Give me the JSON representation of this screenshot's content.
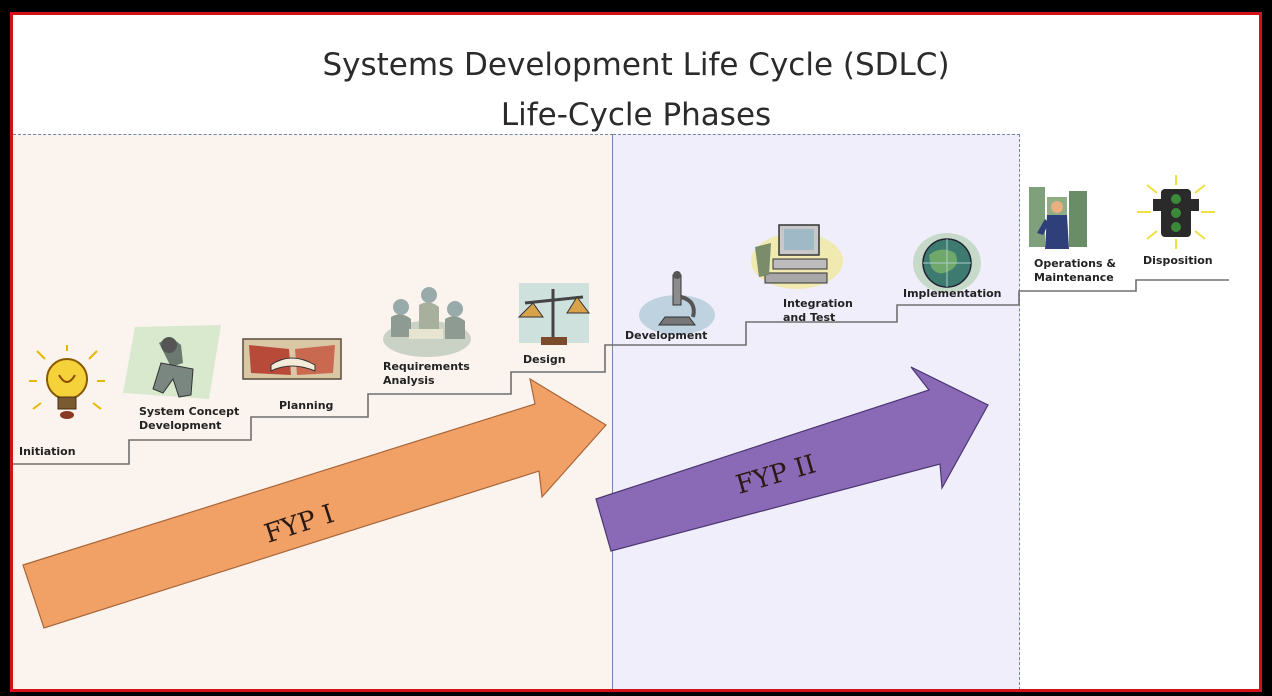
{
  "diagram": {
    "title_line1": "Systems Development Life Cycle (SDLC)",
    "title_line2": "Life-Cycle Phases",
    "phases": [
      {
        "id": "initiation",
        "label": "Initiation"
      },
      {
        "id": "system-concept-development",
        "label": "System Concept Development"
      },
      {
        "id": "planning",
        "label": "Planning"
      },
      {
        "id": "requirements-analysis",
        "label": "Requirements Analysis"
      },
      {
        "id": "design",
        "label": "Design"
      },
      {
        "id": "development",
        "label": "Development"
      },
      {
        "id": "integration-and-test",
        "label": "Integration and Test"
      },
      {
        "id": "implementation",
        "label": "Implementation"
      },
      {
        "id": "operations-maintenance",
        "label": "Operations & Maintenance"
      },
      {
        "id": "disposition",
        "label": "Disposition"
      }
    ],
    "arrows": [
      {
        "label": "FYP I",
        "color": "#f1a066"
      },
      {
        "label": "FYP II",
        "color": "#8a6ab6"
      }
    ],
    "colors": {
      "zone1_bg": "#fbf3ed",
      "zone2_bg": "#f1eefc",
      "border": "#d4111a",
      "stair_line": "#6d6d6d"
    },
    "icons": [
      "lightbulb-icon",
      "thinker-icon",
      "book-icon",
      "team-icon",
      "scales-icon",
      "microscope-icon",
      "computer-icon",
      "globe-icon",
      "businessman-icon",
      "traffic-light-icon"
    ]
  }
}
